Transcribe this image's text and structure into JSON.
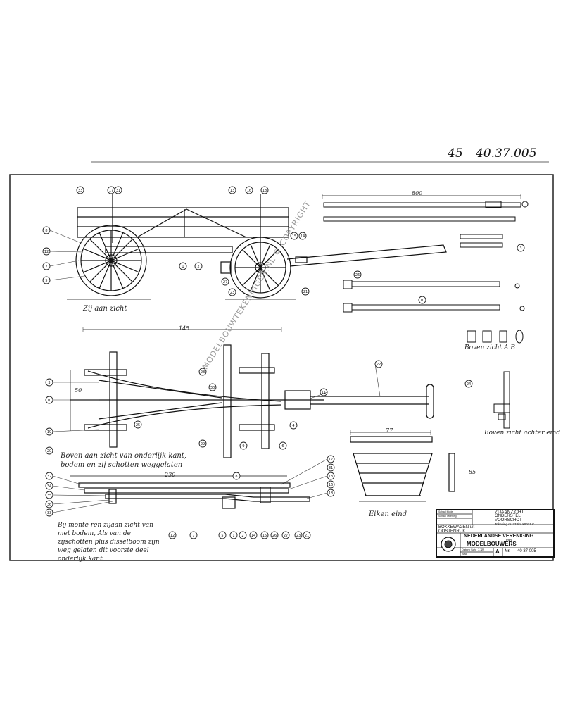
{
  "header": {
    "sheet_mark": "45",
    "drawing_number": "40.37.005"
  },
  "views": {
    "side_view_caption": "Zij aan zicht",
    "bottom_view_caption": "Boven aan zicht van onderlijk kant, bodem en zij schotten weggelaten",
    "section_caption": "Bij monte ren zijaan zicht van met bodem, Als van de zijschotten plus disselboom zijn weg gelaten dit voorste deel onderlijk kant",
    "end_view_caption": "Eiken eind",
    "detail_ab_caption": "Boven zicht A B",
    "rear_detail_caption": "Boven zicht achter eind"
  },
  "title_block": {
    "label_scale_model": "Schaal Model",
    "label_scale_drawing": "Schaal Tekening",
    "subject_lines": [
      "ZIJAANZICHT",
      "ONDERSTEL",
      "VOORSCHOT"
    ],
    "subject_reference": "Tekening nr. 77 t/m 80031 C",
    "model_name": "BOKKEWAGEN uit OOSTENRIJK",
    "organisation_line1": "NEDERLANDSE VERENIGING",
    "organisation_line2": "van",
    "organisation_line3": "MODELBOUWERS",
    "label_date": "Datum",
    "label_scale": "Sch.",
    "scale_value": "1:10",
    "label_sheet": "Blad",
    "size_code": "A",
    "label_number": "Nr.",
    "number_value": "40 37 005"
  },
  "watermark": "MODELBOUWTEKENINGEN.NL © COPYRIGHT",
  "dimensions": {
    "top_pole_length": "800",
    "front_width": "50",
    "width_mid": "145",
    "bottom_length": "230",
    "box_width": "77",
    "box_height": "85"
  },
  "callouts": [
    "33",
    "17",
    "31",
    "13",
    "16",
    "18",
    "8",
    "12",
    "7",
    "5",
    "1",
    "2",
    "14",
    "15",
    "26",
    "27",
    "23",
    "21",
    "3",
    "10",
    "19",
    "20",
    "25",
    "28",
    "30",
    "29",
    "9",
    "6",
    "11",
    "22",
    "24",
    "4",
    "32",
    "34",
    "35",
    "36"
  ]
}
